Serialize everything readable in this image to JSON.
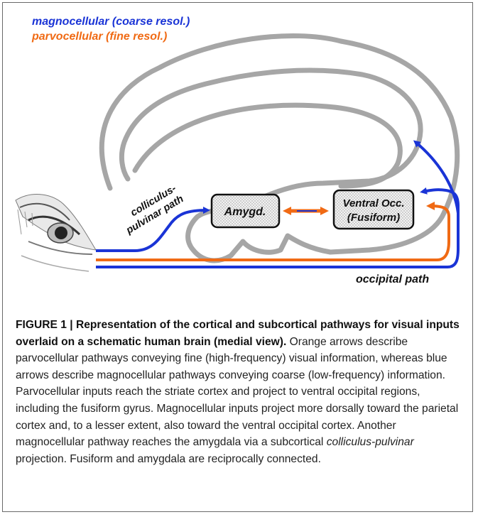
{
  "legend": {
    "magno": "magnocellular (coarse resol.)",
    "parvo": "parvocellular (fine resol.)"
  },
  "colors": {
    "magno": "#1a34d6",
    "parvo": "#f06a14",
    "brain_outline": "#a6a6a6"
  },
  "diagram": {
    "amygdala_label": "Amygd.",
    "fusiform_label_line1": "Ventral Occ.",
    "fusiform_label_line2": "(Fusiform)",
    "colliculus_label_line1": "colliculus-",
    "colliculus_label_line2": "pulvinar path",
    "occipital_label": "occipital path"
  },
  "caption": {
    "title": "FIGURE 1 | Representation of the cortical and subcortical pathways for visual inputs overlaid on a schematic human brain (medial view).",
    "text_before_italic": " Orange arrows describe parvocellular pathways conveying fine (high-frequency) visual information, whereas blue arrows describe magnocellular pathways conveying coarse (low-frequency) information. Parvocellular inputs reach the striate cortex and project to ventral occipital regions, including the fusiform gyrus. Magnocellular inputs project more dorsally toward the parietal cortex and, to a lesser extent, also toward the ventral occipital cortex. Another magnocellular pathway reaches the amygdala via a subcortical ",
    "italic_text": "colliculus-pulvinar",
    "text_after_italic": " projection. Fusiform and amygdala are reciprocally connected."
  }
}
